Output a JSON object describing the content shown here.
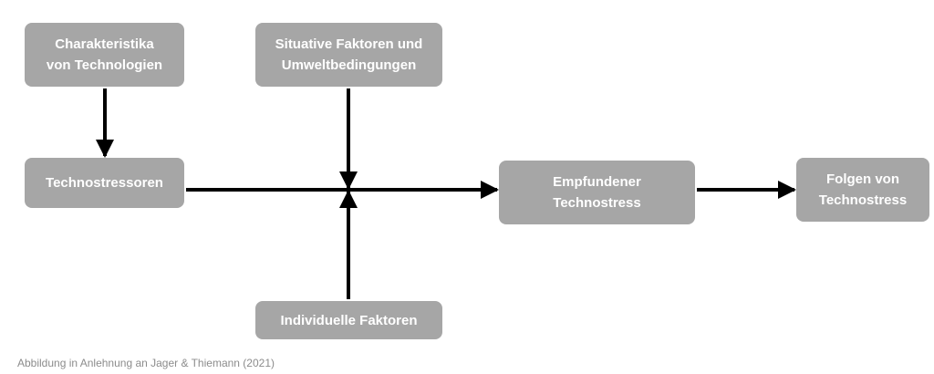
{
  "boxes": {
    "characteristics": "Charakteristika\nvon Technologien",
    "situational": "Situative Faktoren und\nUmweltbedingungen",
    "technostressors": "Technostressoren",
    "perceived": "Empfundener\nTechnostress",
    "consequences": "Folgen von\nTechnostress",
    "individual": "Individuelle Faktoren"
  },
  "caption": "Abbildung in Anlehnung an Jager & Thiemann (2021)",
  "colors": {
    "box_fill": "#a6a6a6",
    "box_text": "#ffffff",
    "arrow": "#000000",
    "caption": "#8c8c8c"
  }
}
